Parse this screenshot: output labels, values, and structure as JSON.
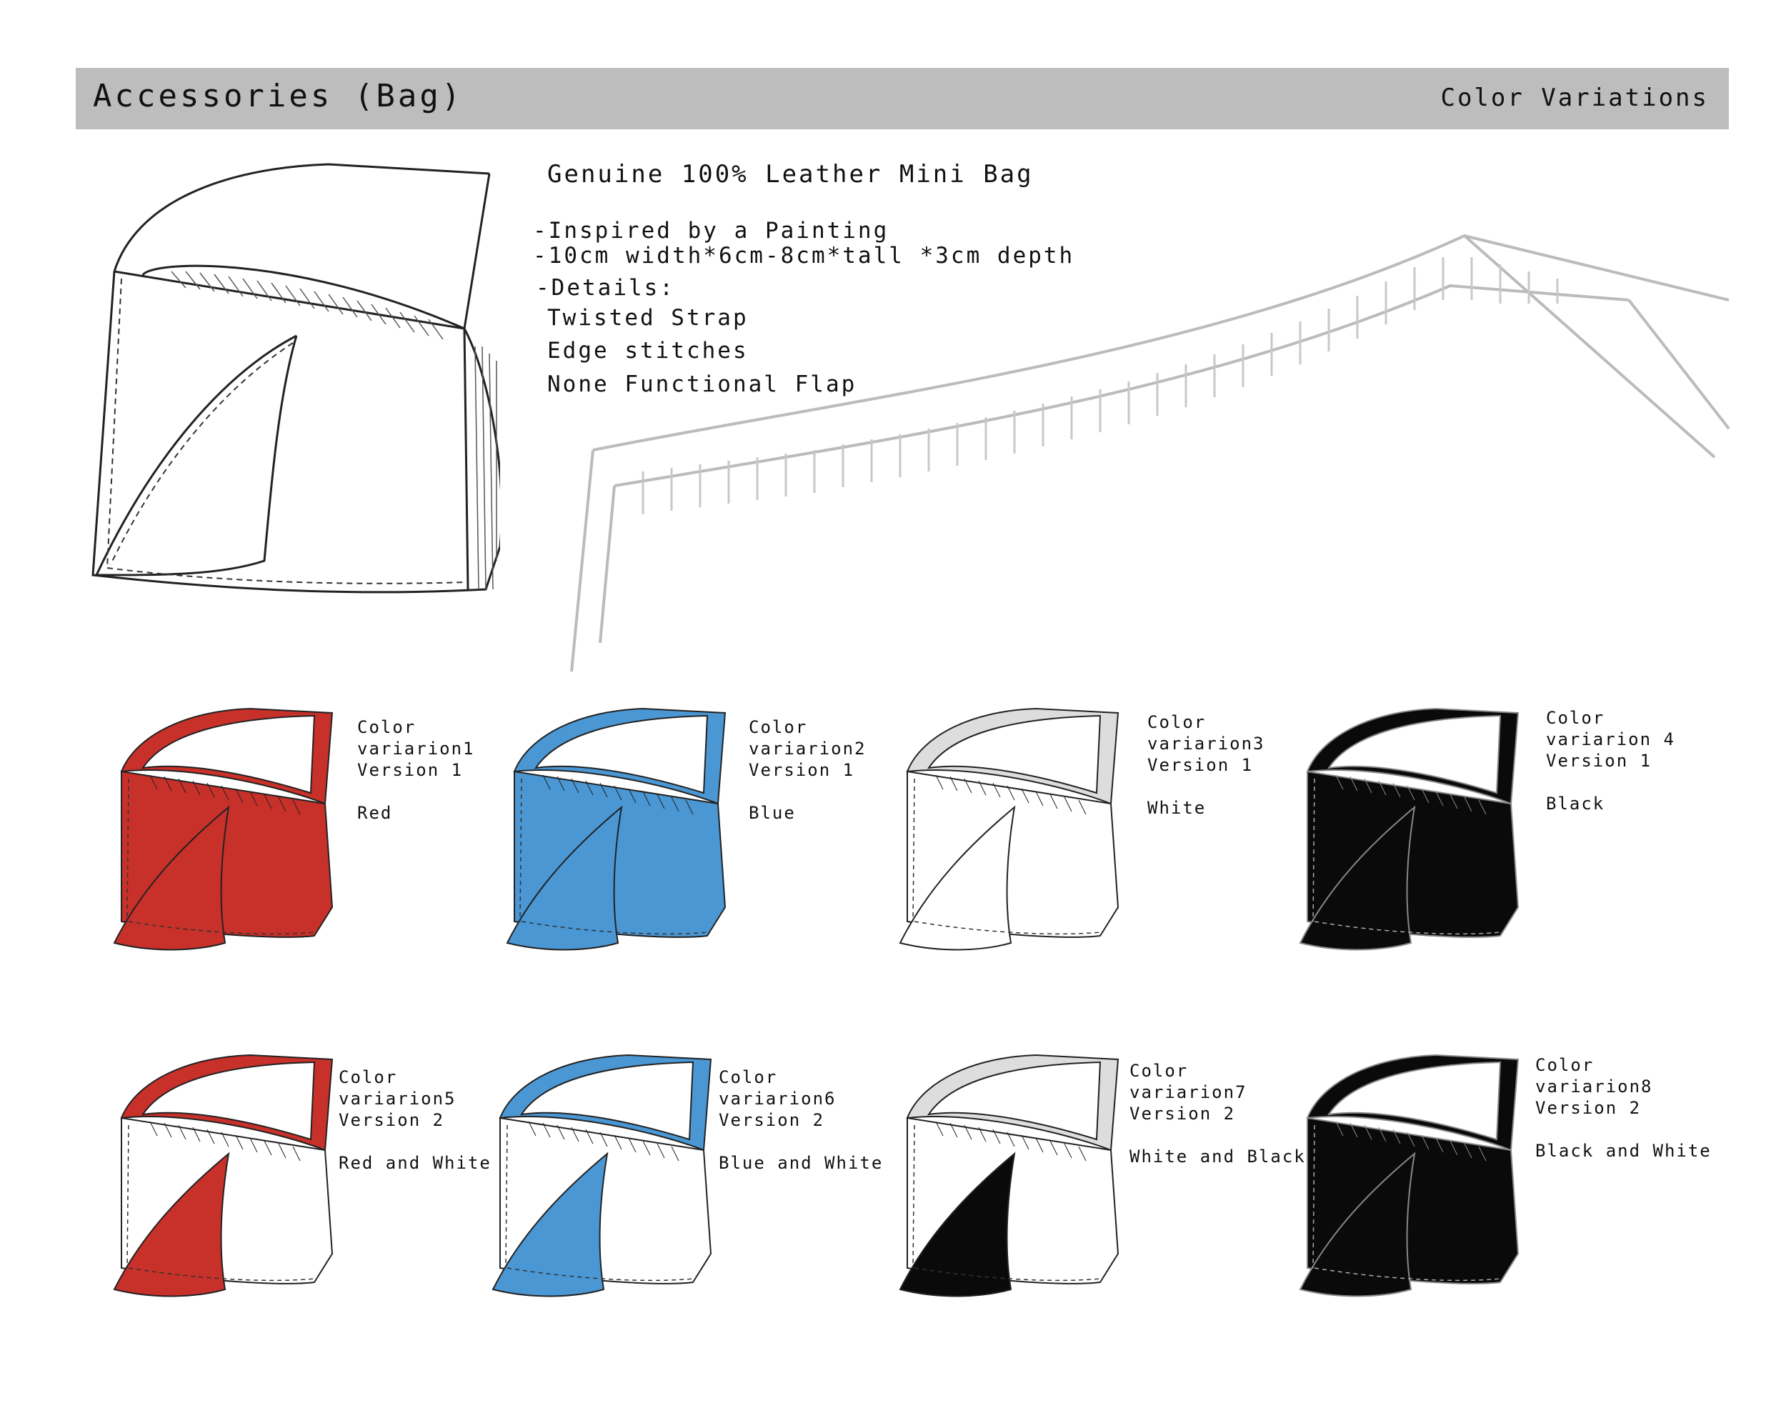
{
  "header": {
    "title": "Accessories (Bag)",
    "subtitle": "Color Variations"
  },
  "description": {
    "title": "Genuine 100% Leather Mini Bag",
    "line1": "-Inspired by a Painting",
    "line2": "-10cm width*6cm-8cm*tall *3cm depth",
    "line3": "-Details:",
    "line4": "Twisted Strap",
    "line5": "Edge stitches",
    "line6": "None Functional Flap"
  },
  "colors": {
    "red": "#c8302a",
    "blue": "#4a97d4",
    "white": "#ffffff",
    "black": "#0a0a0a",
    "header_bg": "#bdbdbd"
  },
  "variations": [
    {
      "l1": "Color",
      "l2": "variarion1",
      "l3": "Version 1",
      "l4": "Red"
    },
    {
      "l1": "Color",
      "l2": "variarion2",
      "l3": "Version 1",
      "l4": "Blue"
    },
    {
      "l1": "Color",
      "l2": "variarion3",
      "l3": "Version 1",
      "l4": "White"
    },
    {
      "l1": "Color",
      "l2": "variarion 4",
      "l3": "Version 1",
      "l4": "Black"
    },
    {
      "l1": "Color",
      "l2": "variarion5",
      "l3": "Version 2",
      "l4": "Red and White"
    },
    {
      "l1": "Color",
      "l2": "variarion6",
      "l3": "Version 2",
      "l4": "Blue and White"
    },
    {
      "l1": "Color",
      "l2": "variarion7",
      "l3": "Version 2",
      "l4": "White and Black"
    },
    {
      "l1": "Color",
      "l2": "variarion8",
      "l3": "Version 2",
      "l4": "Black and White"
    }
  ]
}
